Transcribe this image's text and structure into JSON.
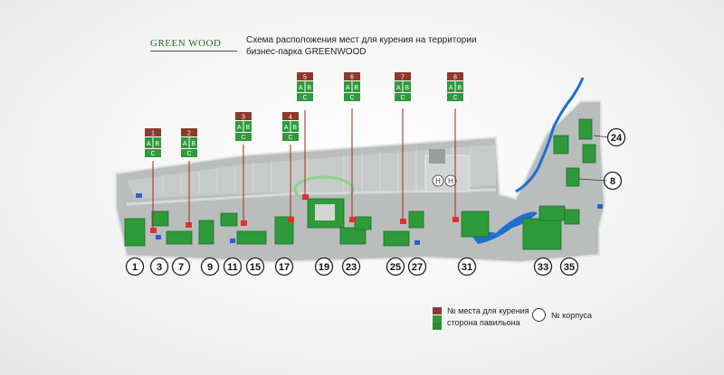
{
  "logo": {
    "text": "GREEN WOOD"
  },
  "title": {
    "line1": "Схема расположения мест для курения на территории",
    "line2": "бизнес-парка GREENWOOD"
  },
  "smoking_spots": [
    {
      "num": "1",
      "sides": [
        "A",
        "B",
        "C"
      ]
    },
    {
      "num": "2",
      "sides": [
        "A",
        "B",
        "C"
      ]
    },
    {
      "num": "3",
      "sides": [
        "A",
        "B",
        "C"
      ]
    },
    {
      "num": "4",
      "sides": [
        "A",
        "B",
        "C"
      ]
    },
    {
      "num": "5",
      "sides": [
        "A",
        "B",
        "C"
      ]
    },
    {
      "num": "6",
      "sides": [
        "A",
        "B",
        "C"
      ]
    },
    {
      "num": "7",
      "sides": [
        "A",
        "B",
        "C"
      ]
    },
    {
      "num": "8",
      "sides": [
        "A",
        "B",
        "C"
      ]
    }
  ],
  "buildings": [
    "1",
    "3",
    "7",
    "9",
    "11",
    "15",
    "17",
    "19",
    "23",
    "25",
    "27",
    "31",
    "33",
    "35",
    "24",
    "8"
  ],
  "parking_labels": [
    "H",
    "H"
  ],
  "legend": {
    "smoking": "№ места для курения",
    "side": "сторона павильона",
    "building": "№ корпуса"
  },
  "colors": {
    "park_fill": "#b8bcbb",
    "green": "#2f9a3a",
    "brown": "#8b3a2e",
    "red_marker": "#e03030",
    "water": "#1d6fd0"
  }
}
